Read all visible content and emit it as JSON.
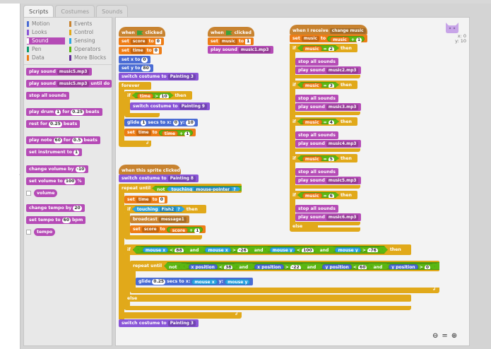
{
  "tabs": [
    "Scripts",
    "Costumes",
    "Sounds"
  ],
  "categories": {
    "motion": "Motion",
    "looks": "Looks",
    "sound": "Sound",
    "pen": "Pen",
    "data": "Data",
    "events": "Events",
    "control": "Control",
    "sensing": "Sensing",
    "operators": "Operators",
    "more_blocks": "More Blocks"
  },
  "category_colors": {
    "motion": "#4a6cd4",
    "looks": "#8a55d7",
    "sound": "#b54bb6",
    "pen": "#0e9a6c",
    "data": "#ee7d16",
    "events": "#c88330",
    "control": "#e1a91a",
    "sensing": "#2ca5e2",
    "operators": "#5cb712",
    "more_blocks": "#632d99"
  },
  "palette": {
    "play_sound": "play sound",
    "play_sound_val": "music5.mp3",
    "play_sound_until": "play sound",
    "play_sound_until_val": "music5.mp3",
    "until_done": "until do",
    "stop_all": "stop all sounds",
    "play_drum": "play drum",
    "drum_val": "1",
    "for1": "for",
    "drum_beats": "0.25",
    "beats1": "beats",
    "rest_for": "rest for",
    "rest_val": "0.25",
    "beats2": "beats",
    "play_note": "play note",
    "note_val": "60",
    "for2": "for",
    "note_beats": "0.5",
    "beats3": "beats",
    "set_instrument": "set instrument to",
    "instrument_val": "1",
    "change_volume": "change volume by",
    "volume_change": "-10",
    "set_volume": "set volume to",
    "volume_val": "100",
    "percent": "%",
    "volume_reporter": "volume",
    "change_tempo": "change tempo by",
    "tempo_change": "20",
    "set_tempo": "set tempo to",
    "tempo_val": "60",
    "bpm": "bpm",
    "tempo_reporter": "tempo"
  },
  "sprite": {
    "x": "x: 0",
    "y": "y: 10"
  },
  "zoom": {
    "out": "🔍︎−",
    "reset": "=",
    "in": "🔍︎+"
  },
  "script1": {
    "hat_when": "when",
    "hat_clicked": "clicked",
    "set1": "set",
    "var_score": "score",
    "to1": "to",
    "val_score": "0",
    "set2": "set",
    "var_time": "time",
    "to2": "to",
    "val_time": "0",
    "setx": "set x to",
    "val_x": "0",
    "sety": "set y to",
    "val_y": "80",
    "switch_costume": "switch costume to",
    "costume1": "Painting 3",
    "forever": "forever",
    "if": "if",
    "rep_time": "time",
    "gt": ">",
    "val_10": "10",
    "then": "then",
    "switch_costume2": "switch costume to",
    "costume2": "Painting 9",
    "glide": "glide",
    "glide_secs": "1",
    "secs_to_x": "secs to x:",
    "glide_x": "0",
    "y_label": "y:",
    "glide_y": "10",
    "set3": "set",
    "var_time2": "time",
    "to3": "to",
    "rep_time2": "time",
    "plus": "+",
    "val_1": "1"
  },
  "script2": {
    "hat_when": "when",
    "hat_clicked": "clicked",
    "set": "set",
    "var_music": "music",
    "to": "to",
    "val": "1",
    "play_sound": "play sound",
    "sound": "music1.mp3"
  },
  "script3": {
    "hat": "when I receive",
    "msg": "change music",
    "set": "set",
    "var_music": "music",
    "to": "to",
    "rep_music": "music",
    "plus": "+",
    "val_1": "1",
    "conds": [
      {
        "if": "if",
        "rep": "music",
        "eq": "=",
        "val": "2",
        "then": "then",
        "stop": "stop all sounds",
        "play": "play sound",
        "sound": "music2.mp3"
      },
      {
        "if": "if",
        "rep": "music",
        "eq": "=",
        "val": "3",
        "then": "then",
        "stop": "stop all sounds",
        "play": "play sound",
        "sound": "music3.mp3"
      },
      {
        "if": "if",
        "rep": "music",
        "eq": "=",
        "val": "4",
        "then": "then",
        "stop": "stop all sounds",
        "play": "play sound",
        "sound": "music4.mp3"
      },
      {
        "if": "if",
        "rep": "music",
        "eq": "=",
        "val": "5",
        "then": "then",
        "stop": "stop all sounds",
        "play": "play sound",
        "sound": "music5.mp3"
      },
      {
        "if": "if",
        "rep": "music",
        "eq": "=",
        "val": "6",
        "then": "then",
        "stop": "stop all sounds",
        "play": "play sound",
        "sound": "music6.mp3"
      }
    ],
    "else": "else"
  },
  "script4": {
    "hat": "when this sprite clicked",
    "switch1": "switch costume to",
    "costume1": "Painting 8",
    "repeat_until": "repeat until",
    "not": "not",
    "touching": "touching",
    "touch_target": "mouse-pointer",
    "q": "?",
    "set_time": "set",
    "var_time": "time",
    "to1": "to",
    "val_time": "0",
    "if": "if",
    "touching2": "touching",
    "touch_target2": "Fish2",
    "q2": "?",
    "then": "then",
    "broadcast": "broadcast",
    "message": "message1",
    "set_score": "set",
    "var_score": "score",
    "to2": "to",
    "rep_score": "score",
    "plus": "+",
    "val_1": "1",
    "if2": "if",
    "mouse_x": "mouse x",
    "lt1": "<",
    "v88": "88",
    "and1": "and",
    "mouse_x2": "mouse x",
    "gt1": ">",
    "vneg26": "-26",
    "and2": "and",
    "mouse_y": "mouse y",
    "lt2": "<",
    "v100": "100",
    "and3": "and",
    "mouse_y2": "mouse y",
    "gt2": ">",
    "vneg76": "-76",
    "then2": "then",
    "repeat_until2": "repeat until",
    "not2": "not",
    "xpos": "x position",
    "lt3": "<",
    "v38": "38",
    "and4": "and",
    "xpos2": "x position",
    "gt3": ">",
    "vneg22": "-22",
    "and5": "and",
    "ypos": "y position",
    "lt4": "<",
    "v60": "60",
    "and6": "and",
    "ypos2": "y position",
    "gt4": ">",
    "v0": "0",
    "glide": "glide",
    "glide_secs": "0.25",
    "secs_to_x": "secs to x:",
    "rep_mouse_x": "mouse x",
    "y_label": "y:",
    "rep_mouse_y": "mouse y",
    "else": "else",
    "switch2": "switch costume to",
    "costume2": "Painting 3"
  }
}
